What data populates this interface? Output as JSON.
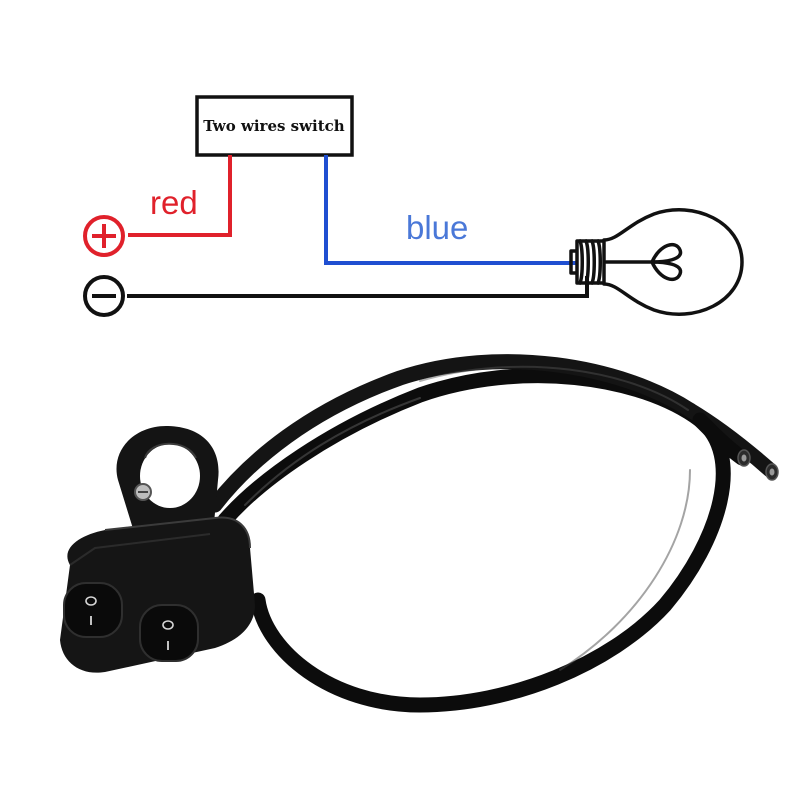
{
  "diagram": {
    "switch_box_label": "Two wires switch",
    "red_wire_label": "red",
    "blue_wire_label": "blue",
    "positive_terminal_icon": "plus-circle",
    "negative_terminal_icon": "minus-circle",
    "lamp_icon": "light-bulb",
    "colors": {
      "red_wire": "#e0212b",
      "blue_wire": "#1f4fd1",
      "blue_label": "#4a78d8",
      "black_wire": "#111111"
    }
  },
  "product": {
    "item": "handlebar-switch",
    "switch_count": 2,
    "rocker_symbols": [
      "O",
      "I"
    ]
  }
}
